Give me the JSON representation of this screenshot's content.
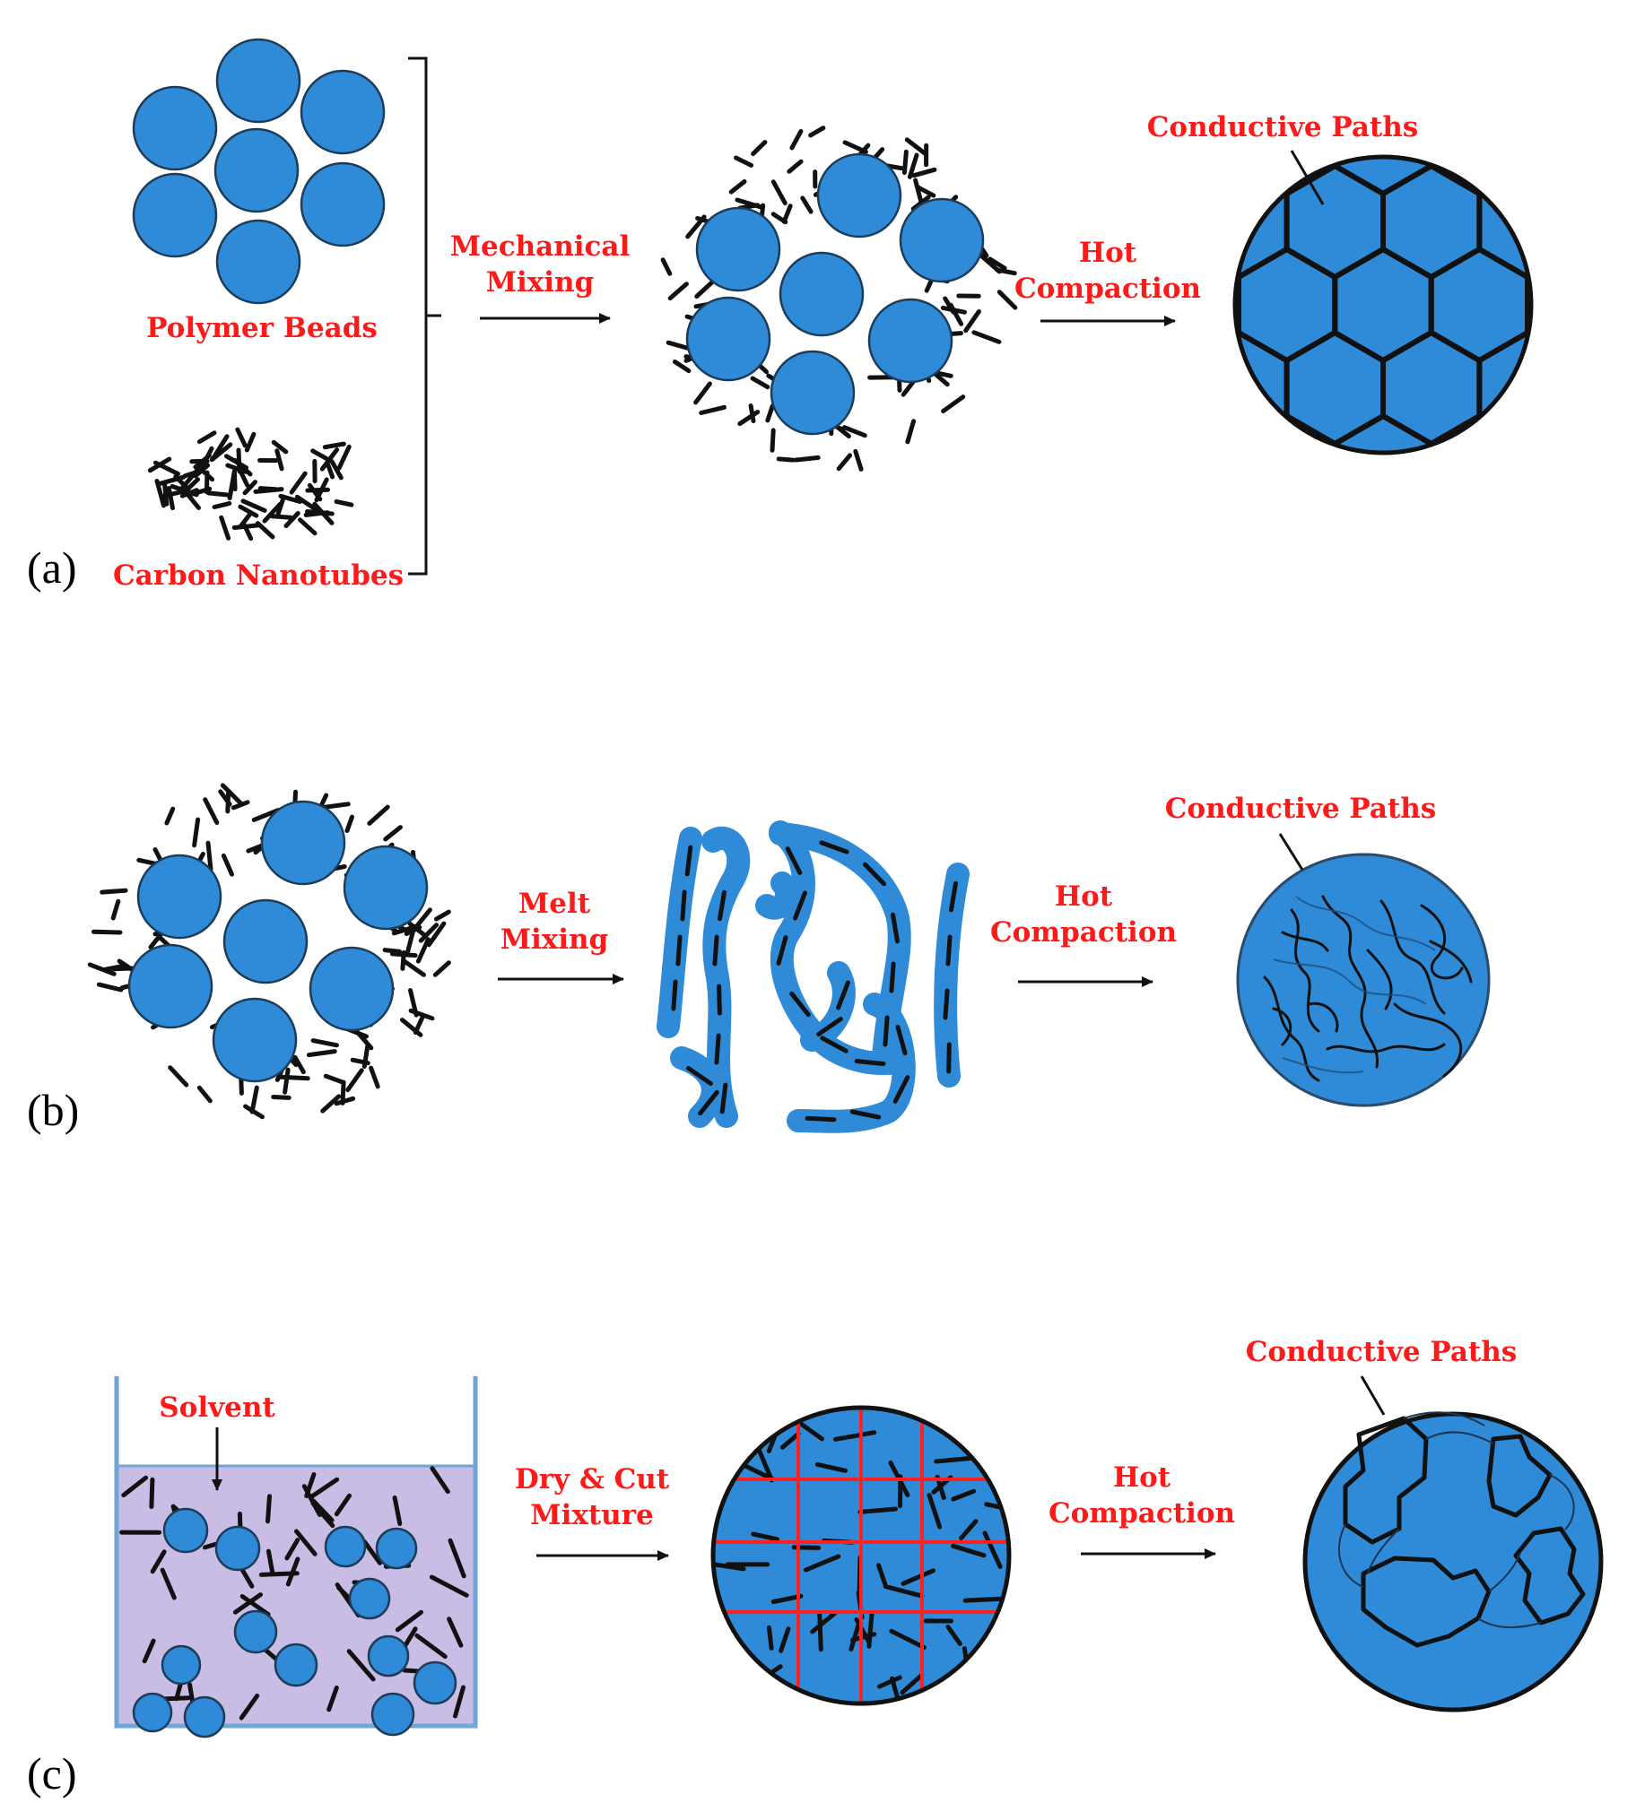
{
  "panel_a": {
    "letter": "(a)",
    "polymer_label": "Polymer Beads",
    "cnt_label": "Carbon Nanotubes",
    "step1": [
      "Mechanical",
      "Mixing"
    ],
    "step2": [
      "Hot",
      "Compaction"
    ],
    "result_label": "Conductive Paths"
  },
  "panel_b": {
    "letter": "(b)",
    "step1": [
      "Melt",
      "Mixing"
    ],
    "step2": [
      "Hot",
      "Compaction"
    ],
    "result_label": "Conductive Paths"
  },
  "panel_c": {
    "letter": "(c)",
    "solvent_label": "Solvent",
    "step1": [
      "Dry & Cut",
      "Mixture"
    ],
    "step2": [
      "Hot",
      "Compaction"
    ],
    "result_label": "Conductive Paths"
  },
  "colors": {
    "bead": "#2f8ad8",
    "label": "#ff1a1a",
    "solution": "#c9bde6",
    "cut_lines": "#ff2020"
  }
}
